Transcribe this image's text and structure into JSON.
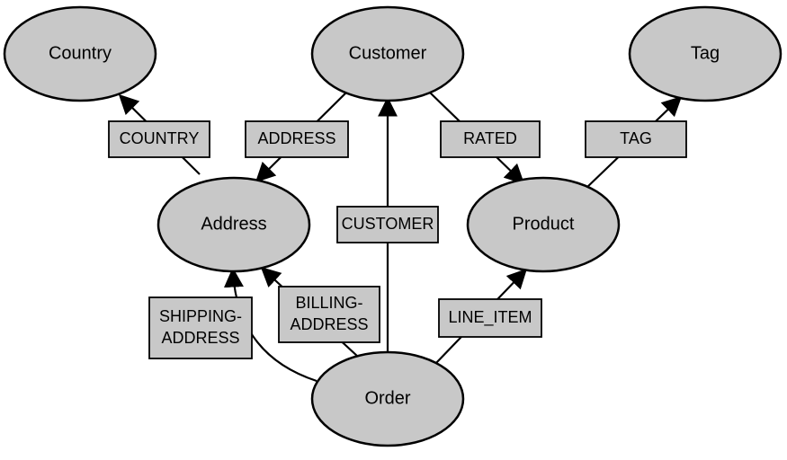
{
  "nodes": {
    "country": "Country",
    "customer": "Customer",
    "tag": "Tag",
    "address": "Address",
    "product": "Product",
    "order": "Order"
  },
  "relationships": {
    "country": "COUNTRY",
    "address": "ADDRESS",
    "rated": "RATED",
    "tag": "TAG",
    "customer": "CUSTOMER",
    "shipping_address": [
      "SHIPPING-",
      "ADDRESS"
    ],
    "billing_address": [
      "BILLING-",
      "ADDRESS"
    ],
    "line_item": "LINE_ITEM"
  },
  "colors": {
    "node_fill": "#c8c8c8",
    "label_fill": "#c8c8c8",
    "stroke": "#000000",
    "background": "#ffffff"
  }
}
